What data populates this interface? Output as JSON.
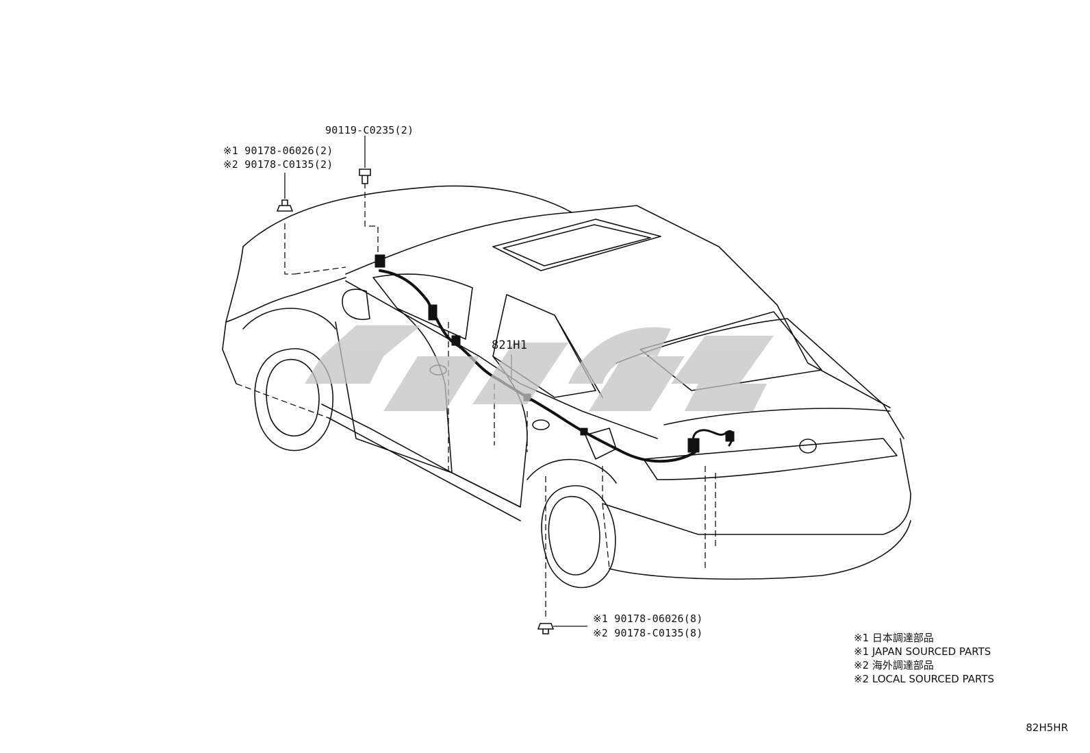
{
  "callouts": {
    "bolt": "90119-C0235(2)",
    "clip_top_1": "※1 90178-06026(2)",
    "clip_top_2": "※2 90178-C0135(2)",
    "harness": "821H1",
    "clip_bottom_1": "※1 90178-06026(8)",
    "clip_bottom_2": "※2 90178-C0135(8)"
  },
  "legend": [
    "※1 日本調達部品",
    "※1 JAPAN SOURCED PARTS",
    "※2 海外調達部品",
    "※2 LOCAL SOURCED PARTS"
  ],
  "diagram_code": "82H5HR",
  "colors": {
    "line": "#111111",
    "watermark": "#c4c4c4"
  }
}
